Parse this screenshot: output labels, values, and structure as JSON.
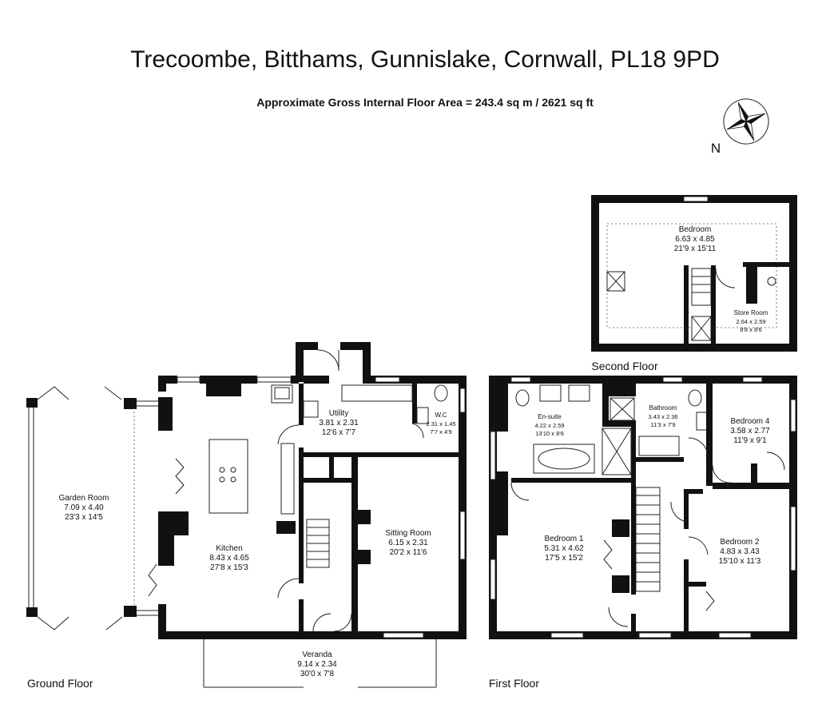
{
  "header": {
    "title": "Trecoombe, Bitthams, Gunnislake, Cornwall, PL18 9PD",
    "area": "Approximate Gross Internal Floor Area  = 243.4 sq m / 2621 sq ft"
  },
  "compass": {
    "label": "N"
  },
  "floors": {
    "ground": "Ground Floor",
    "first": "First Floor",
    "second": "Second Floor"
  },
  "rooms": {
    "garden_room": {
      "name": "Garden Room",
      "metric": "7.09 x 4.40",
      "imperial": "23'3 x 14'5"
    },
    "kitchen": {
      "name": "Kitchen",
      "metric": "8.43 x 4.65",
      "imperial": "27'8 x 15'3"
    },
    "utility": {
      "name": "Utility",
      "metric": "3.81 x 2.31",
      "imperial": "12'6 x 7'7"
    },
    "wc": {
      "name": "W.C",
      "metric": "2.31 x 1.45",
      "imperial": "7'7 x 4'9"
    },
    "sitting_room": {
      "name": "Sitting Room",
      "metric": "6.15 x 2.31",
      "imperial": "20'2 x 11'6"
    },
    "veranda": {
      "name": "Veranda",
      "metric": "9.14 x 2.34",
      "imperial": "30'0 x 7'8"
    },
    "en_suite": {
      "name": "En-suite",
      "metric": "4.22 x 2.59",
      "imperial": "13'10 x 8'6"
    },
    "bathroom": {
      "name": "Bathroom",
      "metric": "3.43 x 2.36",
      "imperial": "11'3 x 7'9"
    },
    "bedroom_4": {
      "name": "Bedroom 4",
      "metric": "3.58 x 2.77",
      "imperial": "11'9 x 9'1"
    },
    "bedroom_1": {
      "name": "Bedroom 1",
      "metric": "5.31 x 4.62",
      "imperial": "17'5 x 15'2"
    },
    "bedroom_2": {
      "name": "Bedroom 2",
      "metric": "4.83 x 3.43",
      "imperial": "15'10 x 11'3"
    },
    "bedroom_top": {
      "name": "Bedroom",
      "metric": "6.63 x 4.85",
      "imperial": "21'9 x 15'11"
    },
    "store_room": {
      "name": "Store Room",
      "metric": "2.64 x 2.59",
      "imperial": "8'8 x 8'6"
    }
  }
}
